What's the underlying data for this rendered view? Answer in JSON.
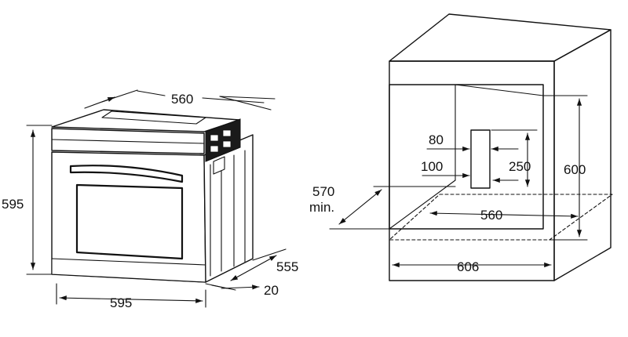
{
  "oven": {
    "depth_top": "560",
    "height": "595",
    "width": "595",
    "depth_side": "555",
    "front_depth": "20"
  },
  "cabinet": {
    "vent_width": "80",
    "vent_offset": "100",
    "vent_height": "250",
    "niche_height": "600",
    "cabinet_depth_line1": "570",
    "cabinet_depth_line2": "min.",
    "niche_width": "560",
    "outer_width": "606"
  },
  "colors": {
    "stroke": "#111111",
    "background": "#ffffff"
  }
}
